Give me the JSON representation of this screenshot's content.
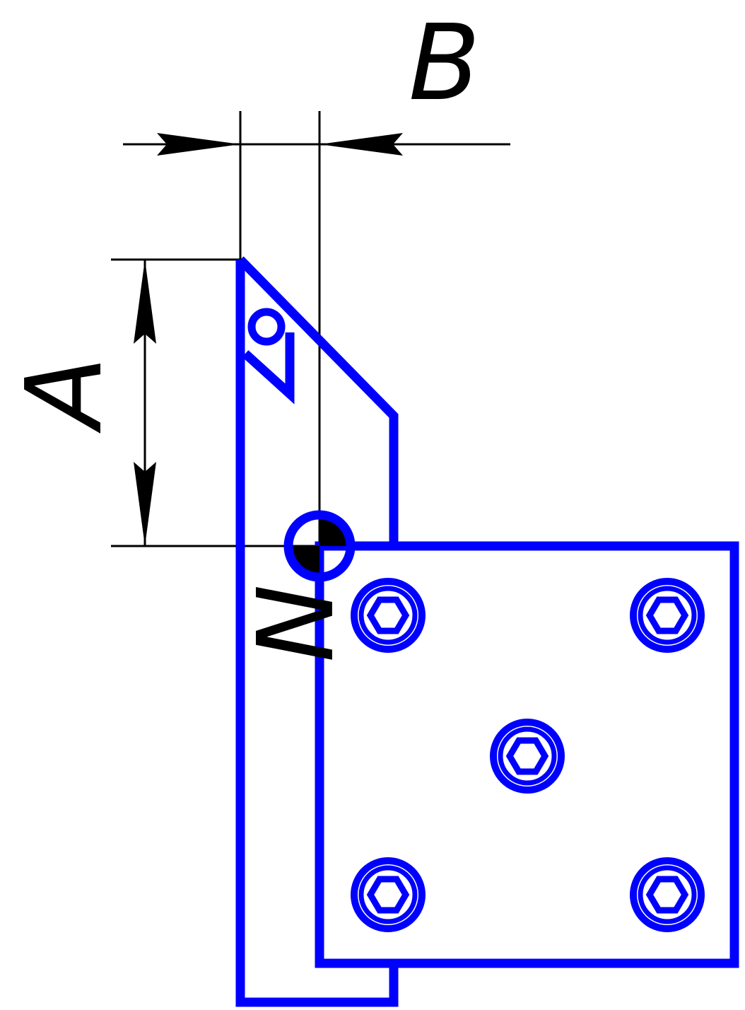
{
  "labels": {
    "dim_a": "A",
    "dim_b": "B",
    "point_n": "N"
  },
  "colors": {
    "part": "#0000ff",
    "dimension": "#000000",
    "background": "#ffffff"
  },
  "icons": {
    "bolt": "hex-socket-bolt-icon",
    "pin": "reference-pin-icon"
  },
  "bolt_count": 5
}
